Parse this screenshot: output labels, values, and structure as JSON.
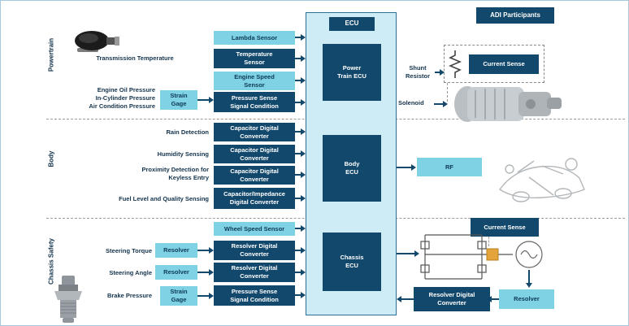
{
  "adi": "ADI Participants",
  "ecu_panel": {
    "label": "ECU"
  },
  "powertrain": {
    "section_label": "Powertrain",
    "sensor_caption": "Transmission Temperature",
    "pressure_line1": "Engine Oil Pressure",
    "pressure_line2": "In-Cylinder Pressure",
    "pressure_line3": "Air Condition Pressure",
    "strain_gage": "Strain Gage",
    "lambda": "Lambda Sensor",
    "temperature": "Temperature Sensor",
    "engine_speed": "Engine Speed Sensor",
    "pressure_sense": "Pressure Sense Signal Condition",
    "ecu": "Power Train ECU",
    "shunt": "Shunt Resistor",
    "current_sense": "Current Sense",
    "solenoid": "Solenoid"
  },
  "body_section": {
    "section_label": "Body",
    "rows": [
      {
        "label": "Rain Detection",
        "box": "Capacitor Digital Converter"
      },
      {
        "label": "Humidity Sensing",
        "box": "Capacitor Digital Converter"
      },
      {
        "label": "Proximity Detection for Keyless Entry",
        "box": "Capacitor Digital Converter"
      },
      {
        "label": "Fuel Level and Quality Sensing",
        "box": "Capacitor/Impedance Digital Converter"
      }
    ],
    "ecu": "Body ECU",
    "rf": "RF"
  },
  "chassis": {
    "section_label": "Chassis Safety",
    "wheel_speed": "Wheel Speed Sensor",
    "rows": [
      {
        "label": "Steering Torque",
        "front": "Resolver",
        "box": "Resolver Digital Converter"
      },
      {
        "label": "Steering Angle",
        "front": "Resolver",
        "box": "Resolver Digital Converter"
      },
      {
        "label": "Brake Pressure",
        "front": "Strain Gage",
        "box": "Pressure Sense Signal Condition"
      }
    ],
    "ecu": "Chassis ECU",
    "current_sense": "Current Sense",
    "resolver_digital": "Resolver Digital Converter",
    "resolver": "Resolver"
  },
  "colors": {
    "dark": "#12486C",
    "cyan": "#7FD2E4",
    "ecu_fill": "#CDECF6"
  }
}
